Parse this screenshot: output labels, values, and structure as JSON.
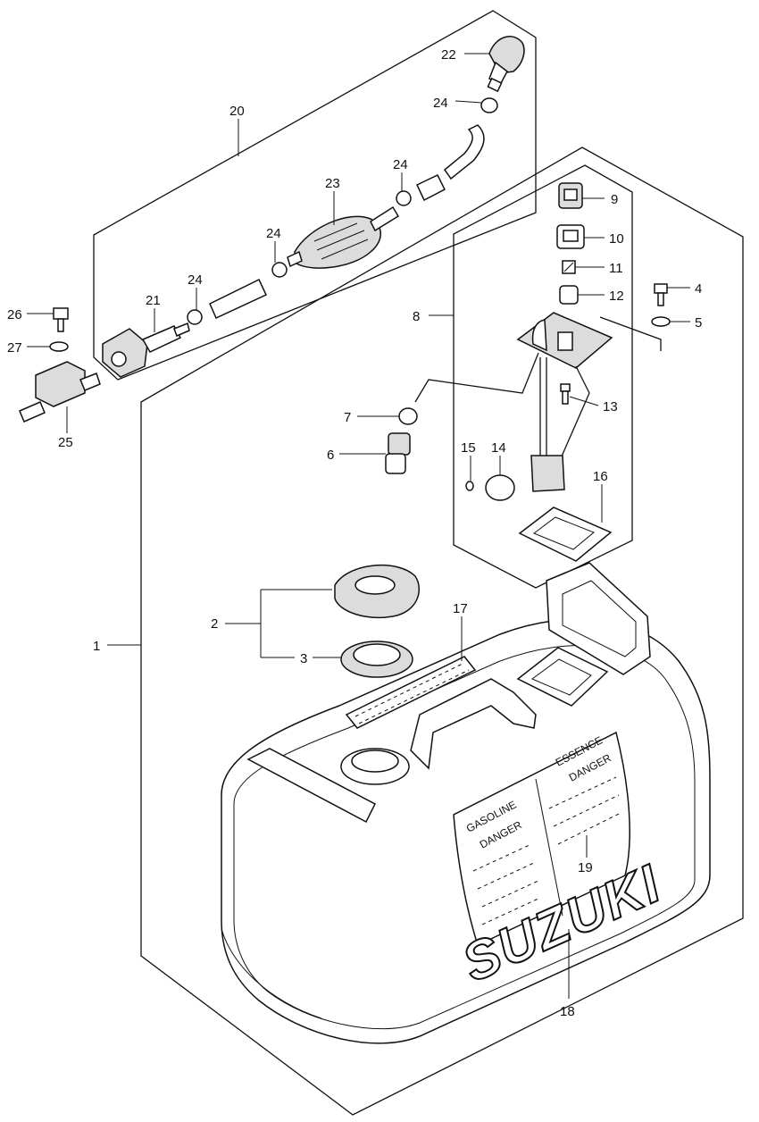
{
  "diagram": {
    "callouts": {
      "n1": "1",
      "n2": "2",
      "n3": "3",
      "n4": "4",
      "n5": "5",
      "n6": "6",
      "n7": "7",
      "n8": "8",
      "n9": "9",
      "n10": "10",
      "n11": "11",
      "n12": "12",
      "n13": "13",
      "n14": "14",
      "n15": "15",
      "n16": "16",
      "n17": "17",
      "n18": "18",
      "n19": "19",
      "n20": "20",
      "n21": "21",
      "n22": "22",
      "n23": "23",
      "n24": "24",
      "n25": "25",
      "n26": "26",
      "n27": "27"
    },
    "tank": {
      "logo": "SUZUKI",
      "label_gasoline": "GASOLINE",
      "label_danger": "DANGER",
      "label_essence": "ESSENCE",
      "label_danger_fr": "DANGER"
    }
  }
}
